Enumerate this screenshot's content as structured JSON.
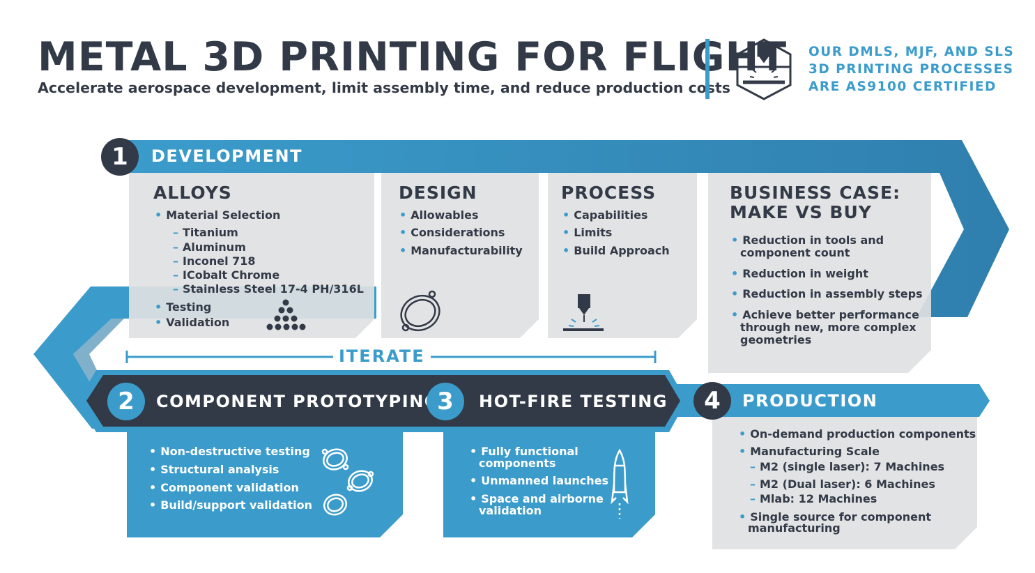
{
  "header": {
    "title": "METAL 3D PRINTING FOR FLIGHT",
    "subtitle": "Accelerate aerospace development, limit assembly time, and reduce production costs",
    "certification": [
      "OUR DMLS, MJF, AND SLS",
      "3D PRINTING PROCESSES",
      "ARE AS9100 CERTIFIED"
    ]
  },
  "colors": {
    "accent": "#3b9ccb",
    "dark": "#333a47",
    "card": "#e1e3e4"
  },
  "stage1": {
    "number": "1",
    "title": "DEVELOPMENT",
    "alloys": {
      "heading": "ALLOYS",
      "items": [
        "Material Selection",
        "Titanium",
        "Aluminum",
        "Inconel 718",
        "ICobalt Chrome",
        "Stainless Steel 17-4 PH/316L",
        "Testing",
        "Validation"
      ]
    },
    "design": {
      "heading": "DESIGN",
      "items": [
        "Allowables",
        "Considerations",
        "Manufacturability"
      ]
    },
    "process": {
      "heading": "PROCESS",
      "items": [
        "Capabilities",
        "Limits",
        "Build Approach"
      ]
    },
    "business": {
      "heading_line1": "BUSINESS CASE:",
      "heading_line2": "MAKE VS BUY",
      "items": [
        [
          "Reduction in tools and",
          "component count"
        ],
        [
          "Reduction in weight"
        ],
        [
          "Reduction in assembly steps"
        ],
        [
          "Achieve better performance",
          "through new, more complex",
          "geometries"
        ]
      ]
    }
  },
  "iterate": "ITERATE",
  "stage2": {
    "number": "2",
    "title": "COMPONENT PROTOTYPING",
    "items": [
      "Non-destructive testing",
      "Structural analysis",
      "Component validation",
      "Build/support validation"
    ]
  },
  "stage3": {
    "number": "3",
    "title": "HOT-FIRE TESTING",
    "items": [
      [
        "Fully functional",
        "components"
      ],
      [
        "Unmanned launches"
      ],
      [
        "Space and airborne",
        "validation"
      ]
    ]
  },
  "stage4": {
    "number": "4",
    "title": "PRODUCTION",
    "items": [
      "On-demand production components",
      "Manufacturing Scale",
      "M2 (single laser): 7 Machines",
      "M2 (Dual laser): 6 Machines",
      "Mlab: 12 Machines"
    ],
    "last_item": [
      "Single source for component",
      "manufacturing"
    ]
  },
  "icons": [
    "printer-cube-icon",
    "powder-particles-icon",
    "part-ring-icon",
    "laser-print-icon",
    "parts-icon",
    "rocket-icon"
  ]
}
